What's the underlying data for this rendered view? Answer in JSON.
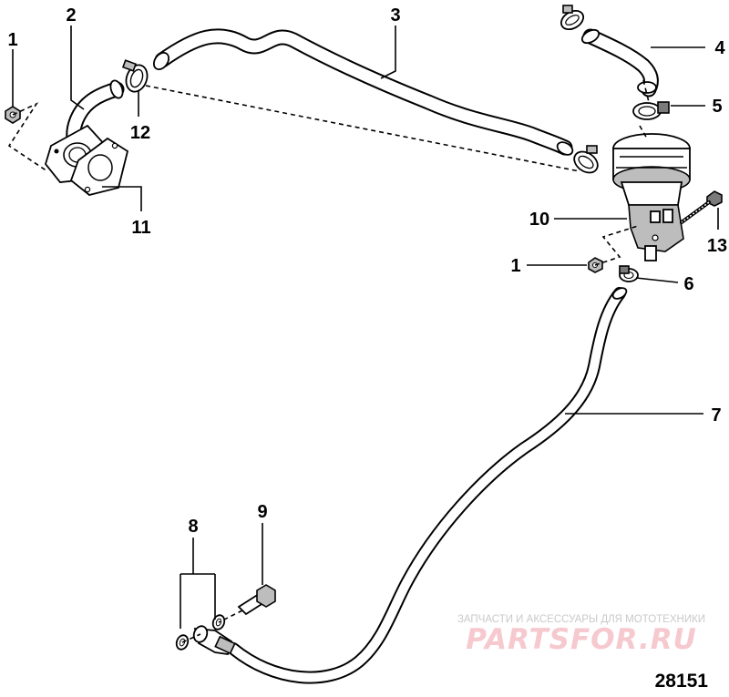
{
  "callouts": [
    "1",
    "2",
    "3",
    "4",
    "5",
    "6",
    "7",
    "8",
    "9",
    "10",
    "11",
    "12",
    "13",
    "1"
  ],
  "figure_number": "28151",
  "watermark": {
    "tagline": "ЗАПЧАСТИ И АКСЕССУАРЫ ДЛЯ МОТОТЕХНИКИ",
    "brand": "PARTSFOR.RU"
  },
  "colors": {
    "line": "#000000",
    "watermark": "#f6c9cf",
    "watermark_text": "#c9c9c9"
  }
}
